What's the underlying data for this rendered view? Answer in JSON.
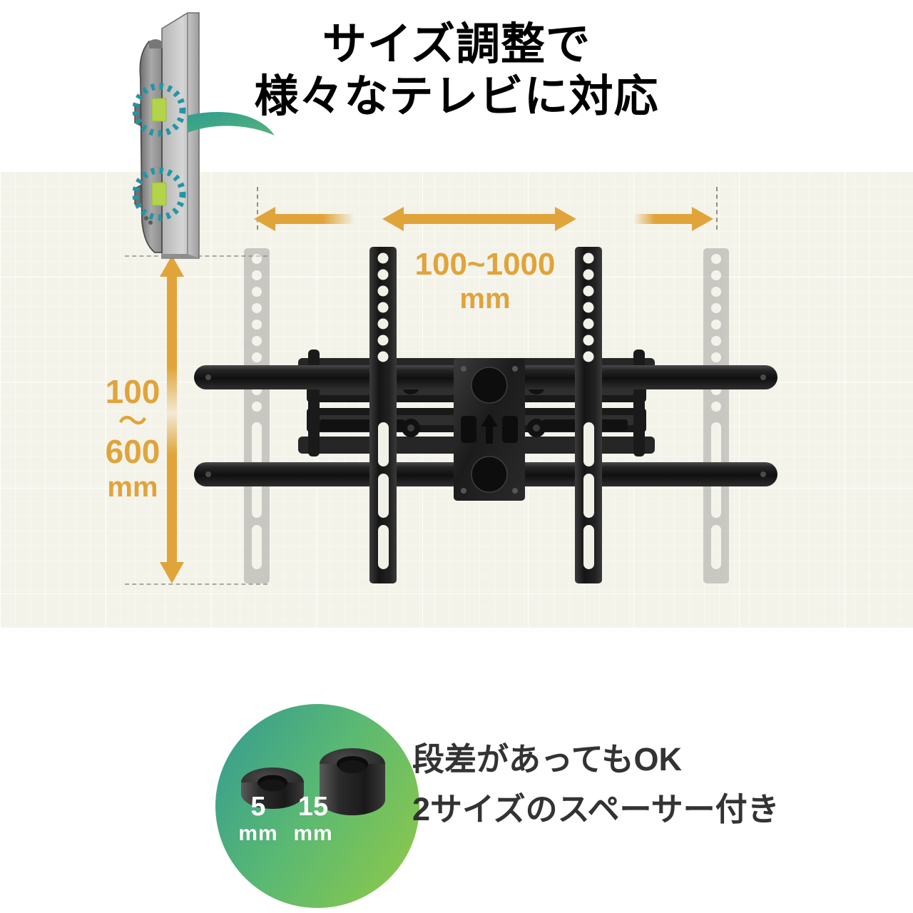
{
  "title": {
    "line1": "サイズ調整で",
    "line2": "様々なテレビに対応"
  },
  "diagram": {
    "width_label": {
      "value": "100~1000",
      "unit": "mm"
    },
    "height_label": {
      "min": "100",
      "tilde": "～",
      "max": "600",
      "unit": "mm"
    },
    "colors": {
      "arrow_gold": "#e0a43a",
      "panel_background": "#f4f3ea",
      "hardware_black": "#1b1b1b",
      "ghost_gray": "#b7b7b4"
    }
  },
  "spacers": {
    "small": {
      "size": "5",
      "unit": "mm"
    },
    "large": {
      "size": "15",
      "unit": "mm"
    },
    "circle_gradient_from": "#3ba08c",
    "circle_gradient_to": "#8cc84b"
  },
  "bottom": {
    "line1": "段差があってもOK",
    "line2": "2サイズのスペーサー付き"
  }
}
